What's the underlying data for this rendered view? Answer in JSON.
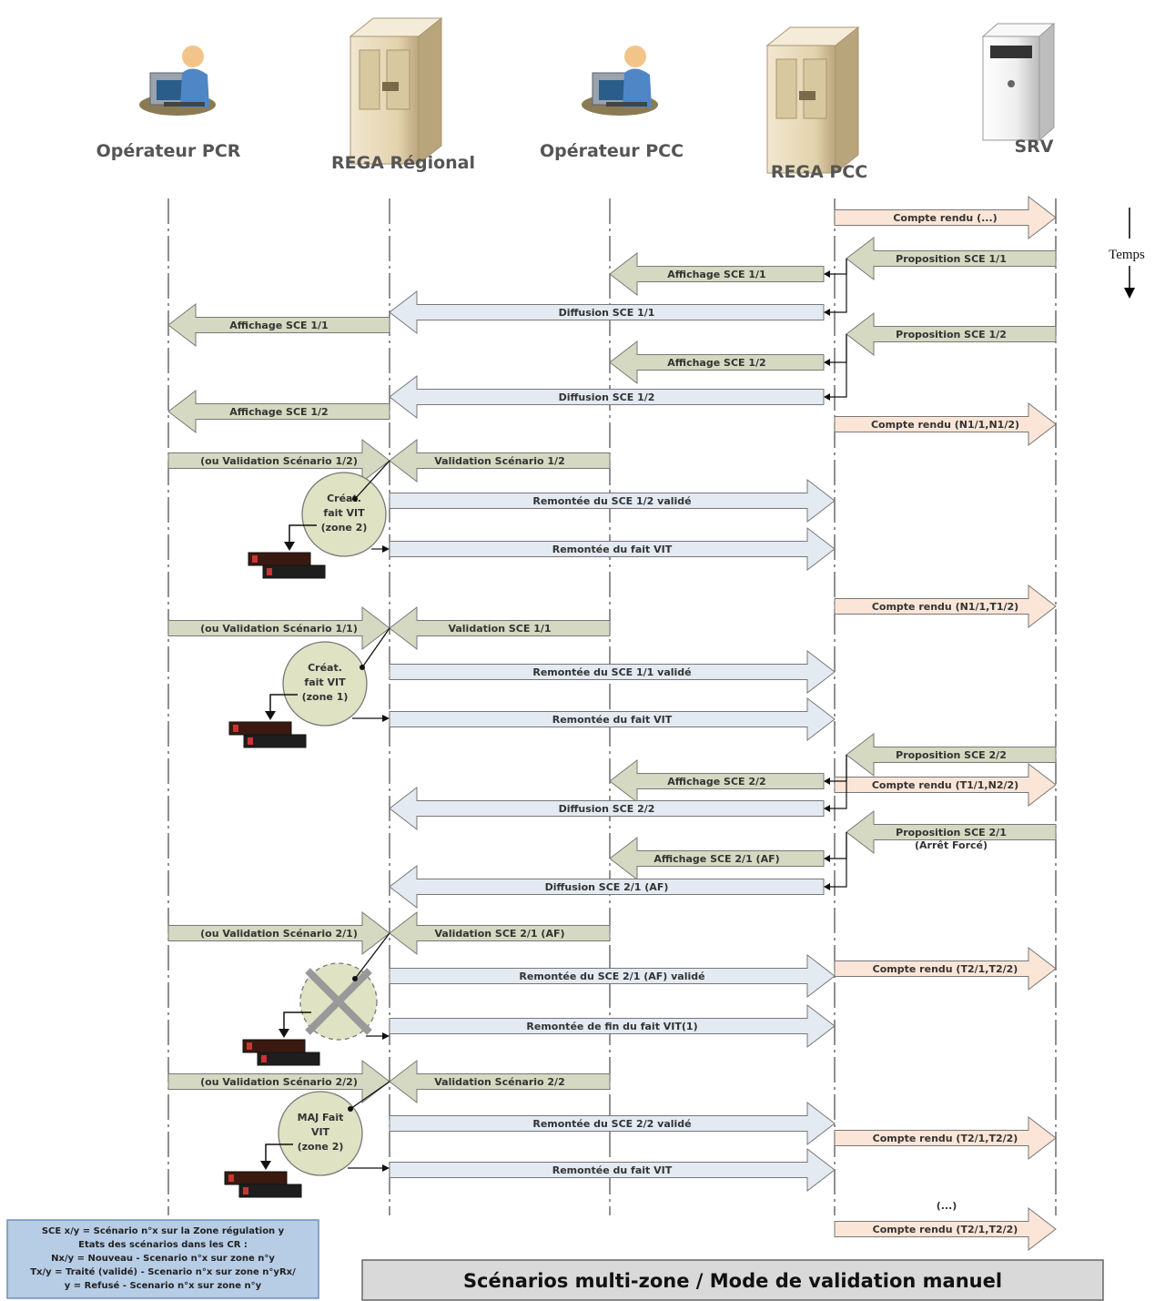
{
  "actors": [
    {
      "name": "Opérateur PCR",
      "icon": "operator-icon"
    },
    {
      "name": "REGA Régional",
      "icon": "server-tower-icon"
    },
    {
      "name": "Opérateur PCC",
      "icon": "operator-icon"
    },
    {
      "name": "REGA PCC",
      "icon": "server-tower-icon"
    },
    {
      "name": "SRV",
      "icon": "server-icon"
    }
  ],
  "time_label": "Temps",
  "ellipsis": "(...)",
  "messages": [
    {
      "label": "Compte rendu (...)",
      "style": "peach"
    },
    {
      "label": "Proposition SCE 1/1",
      "style": "olive"
    },
    {
      "label": "Affichage SCE 1/1",
      "style": "olive"
    },
    {
      "label": "Diffusion SCE 1/1",
      "style": "blue"
    },
    {
      "label": "Affichage SCE 1/1",
      "style": "olive"
    },
    {
      "label": "Proposition SCE 1/2",
      "style": "olive"
    },
    {
      "label": "Affichage SCE 1/2",
      "style": "olive"
    },
    {
      "label": "Diffusion SCE 1/2",
      "style": "blue"
    },
    {
      "label": "Affichage SCE 1/2",
      "style": "olive"
    },
    {
      "label": "Compte rendu (N1/1,N1/2)",
      "style": "peach"
    },
    {
      "label": "(ou Validation Scénario 1/2)",
      "style": "olive"
    },
    {
      "label": "Validation Scénario 1/2",
      "style": "olive"
    },
    {
      "label": "Remontée du SCE 1/2 validé",
      "style": "blue"
    },
    {
      "label": "Remontée du fait VIT",
      "style": "blue"
    },
    {
      "label": "Compte rendu (N1/1,T1/2)",
      "style": "peach"
    },
    {
      "label": "(ou Validation Scénario 1/1)",
      "style": "olive"
    },
    {
      "label": "Validation SCE 1/1",
      "style": "olive"
    },
    {
      "label": "Remontée du SCE 1/1 validé",
      "style": "blue"
    },
    {
      "label": "Remontée du fait VIT",
      "style": "blue"
    },
    {
      "label": "Proposition SCE 2/2",
      "style": "olive"
    },
    {
      "label": "Affichage SCE 2/2",
      "style": "olive"
    },
    {
      "label": "Compte rendu (T1/1,N2/2)",
      "style": "peach"
    },
    {
      "label": "Diffusion SCE 2/2",
      "style": "blue"
    },
    {
      "label": "Proposition SCE 2/1",
      "style": "olive"
    },
    {
      "label": "(Arrêt Forcé)",
      "style": "olive"
    },
    {
      "label": "Affichage SCE 2/1 (AF)",
      "style": "olive"
    },
    {
      "label": "Diffusion SCE 2/1 (AF)",
      "style": "blue"
    },
    {
      "label": "(ou Validation Scénario 2/1)",
      "style": "olive"
    },
    {
      "label": "Validation SCE 2/1 (AF)",
      "style": "olive"
    },
    {
      "label": "Compte rendu (T2/1,T2/2)",
      "style": "peach"
    },
    {
      "label": "Remontée du SCE 2/1 (AF) validé",
      "style": "blue"
    },
    {
      "label": "Remontée de fin du fait VIT(1)",
      "style": "blue"
    },
    {
      "label": "(ou Validation Scénario 2/2)",
      "style": "olive"
    },
    {
      "label": "Validation Scénario 2/2",
      "style": "olive"
    },
    {
      "label": "Remontée du SCE 2/2 validé",
      "style": "blue"
    },
    {
      "label": "Compte rendu (T2/1,T2/2)",
      "style": "peach"
    },
    {
      "label": "Remontée du fait VIT",
      "style": "blue"
    },
    {
      "label": "Compte rendu (T2/1,T2/2)",
      "style": "peach"
    }
  ],
  "process_nodes": [
    {
      "lines": [
        "Créat.",
        "fait VIT",
        "(zone 2)"
      ]
    },
    {
      "lines": [
        "Créat.",
        "fait VIT",
        "(zone 1)"
      ]
    },
    {
      "lines": [
        "",
        "",
        ""
      ]
    },
    {
      "lines": [
        "MAJ Fait",
        "VIT",
        "(zone 2)"
      ]
    }
  ],
  "legend": {
    "lines": [
      "SCE x/y = Scénario n°x sur la Zone régulation y",
      "Etats des scénarios dans les CR :",
      "Nx/y = Nouveau - Scenario n°x sur zone n°y",
      "Tx/y = Traité (validé) - Scenario n°x sur zone n°yRx/",
      "y = Refusé - Scenario n°x sur zone n°y"
    ]
  },
  "title": "Scénarios multi-zone / Mode de validation manuel",
  "colors": {
    "olive": "#d6d9c1",
    "blue": "#e4eaf2",
    "peach": "#fbe5d6",
    "stroke": "#6b6b55",
    "circle": "#dfe2c3",
    "legend_bg": "#b7cde6",
    "title_bg": "#d9d9d9"
  }
}
